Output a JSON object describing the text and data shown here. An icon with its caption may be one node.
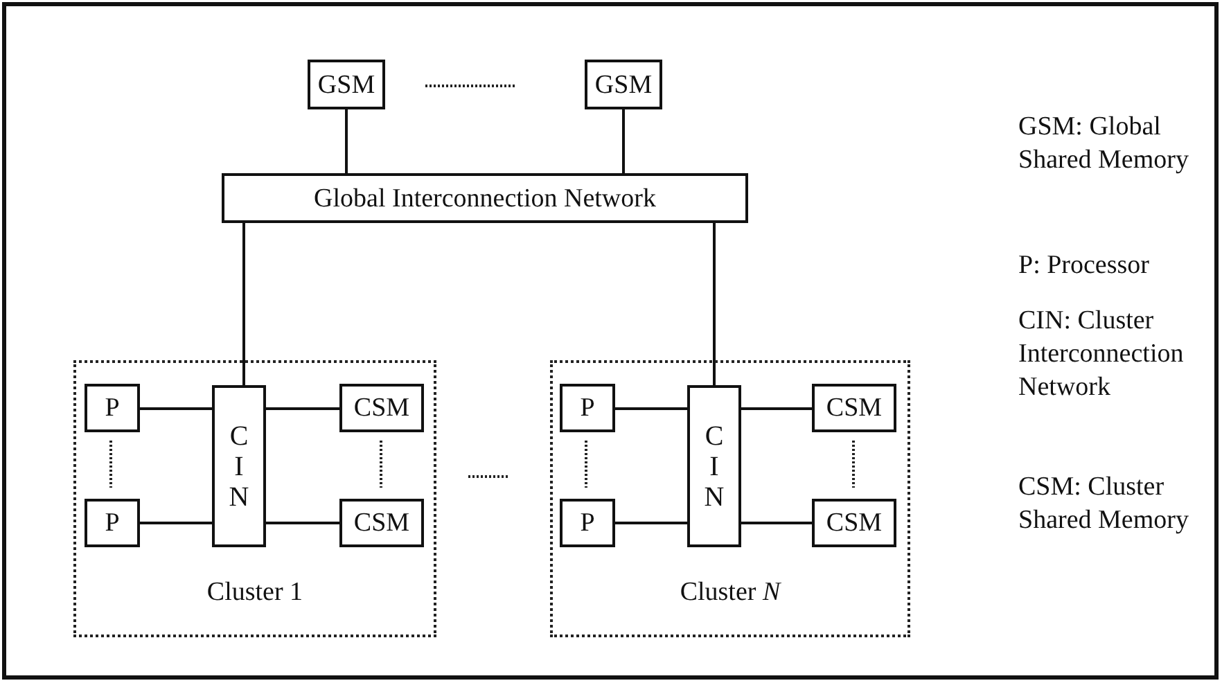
{
  "diagram": {
    "nodes": [
      {
        "text": [
          "GSM"
        ]
      },
      {
        "text": [
          "GSM"
        ]
      },
      {
        "text": [
          "Global Interconnection Network"
        ]
      },
      {
        "text": [
          "Cluster 1"
        ]
      },
      {
        "text": [
          "P"
        ],
        "in": 3
      },
      {
        "text": [
          "P"
        ],
        "in": 3
      },
      {
        "text": [
          "CIN"
        ],
        "in": 3
      },
      {
        "text": [
          "CSM"
        ],
        "in": 3
      },
      {
        "text": [
          "CSM"
        ],
        "in": 3
      },
      {
        "text": [
          "Cluster *N*"
        ]
      },
      {
        "text": [
          "P"
        ],
        "in": 9
      },
      {
        "text": [
          "P"
        ],
        "in": 9
      },
      {
        "text": [
          "CIN"
        ],
        "in": 9
      },
      {
        "text": [
          "CSM"
        ],
        "in": 9
      },
      {
        "text": [
          "CSM"
        ],
        "in": 9
      }
    ],
    "edges": [
      {
        "from": 0,
        "to": 2,
        "arrow": "none"
      },
      {
        "from": 1,
        "to": 2,
        "arrow": "none"
      },
      {
        "from": 2,
        "to": 6,
        "arrow": "none"
      },
      {
        "from": 2,
        "to": 12,
        "arrow": "none"
      },
      {
        "from": 4,
        "to": 6,
        "arrow": "none"
      },
      {
        "from": 5,
        "to": 6,
        "arrow": "none"
      },
      {
        "from": 6,
        "to": 7,
        "arrow": "none"
      },
      {
        "from": 6,
        "to": 8,
        "arrow": "none"
      },
      {
        "from": 10,
        "to": 12,
        "arrow": "none"
      },
      {
        "from": 11,
        "to": 12,
        "arrow": "none"
      },
      {
        "from": 12,
        "to": 13,
        "arrow": "none"
      },
      {
        "from": 12,
        "to": 14,
        "arrow": "none"
      }
    ],
    "labels": [
      "GSM: Global Shared Memory",
      "P: Processor",
      "CIN: Cluster Interconnection Network",
      "CSM: Cluster Shared Memory"
    ]
  }
}
